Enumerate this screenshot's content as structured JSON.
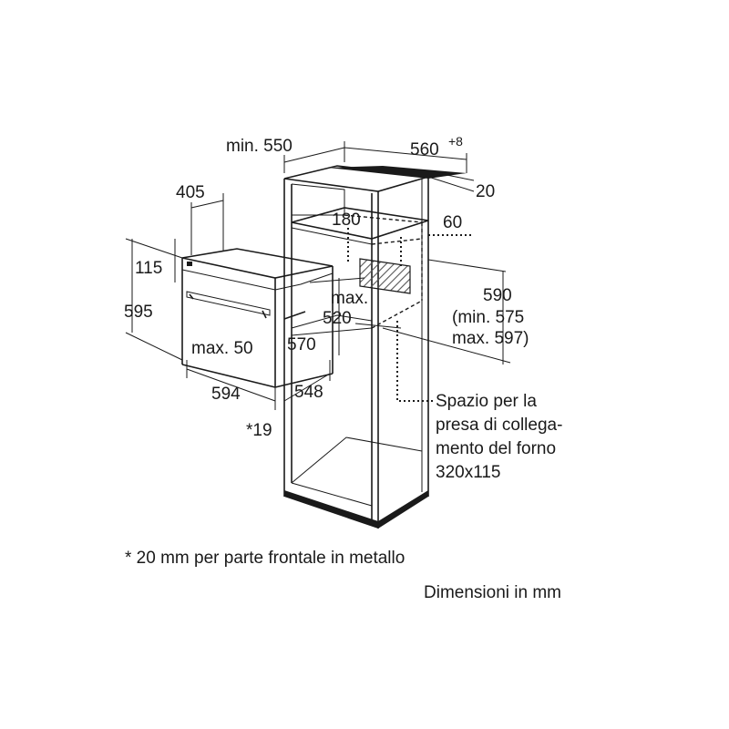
{
  "dimensions": {
    "min_550": "min. 550",
    "d560": "560",
    "d560_sup": "+8",
    "d20": "20",
    "d405": "405",
    "d180": "180",
    "d60": "60",
    "d115": "115",
    "d595": "595",
    "max_520_a": "max.",
    "max_520_b": "520",
    "d590": "590",
    "min_575": "(min. 575",
    "max_597": "max. 597)",
    "max_50": "max. 50",
    "d570": "570",
    "d594": "594",
    "d548": "548",
    "star19": "*19"
  },
  "socket_note": {
    "line1": "Spazio per la",
    "line2": "presa di collega-",
    "line3": "mento del forno",
    "line4": "320x115"
  },
  "footnote": "* 20 mm per parte frontale in metallo",
  "units_note": "Dimensioni in mm",
  "colors": {
    "line": "#1a1a1a",
    "hatch": "#555555",
    "background": "#ffffff"
  }
}
